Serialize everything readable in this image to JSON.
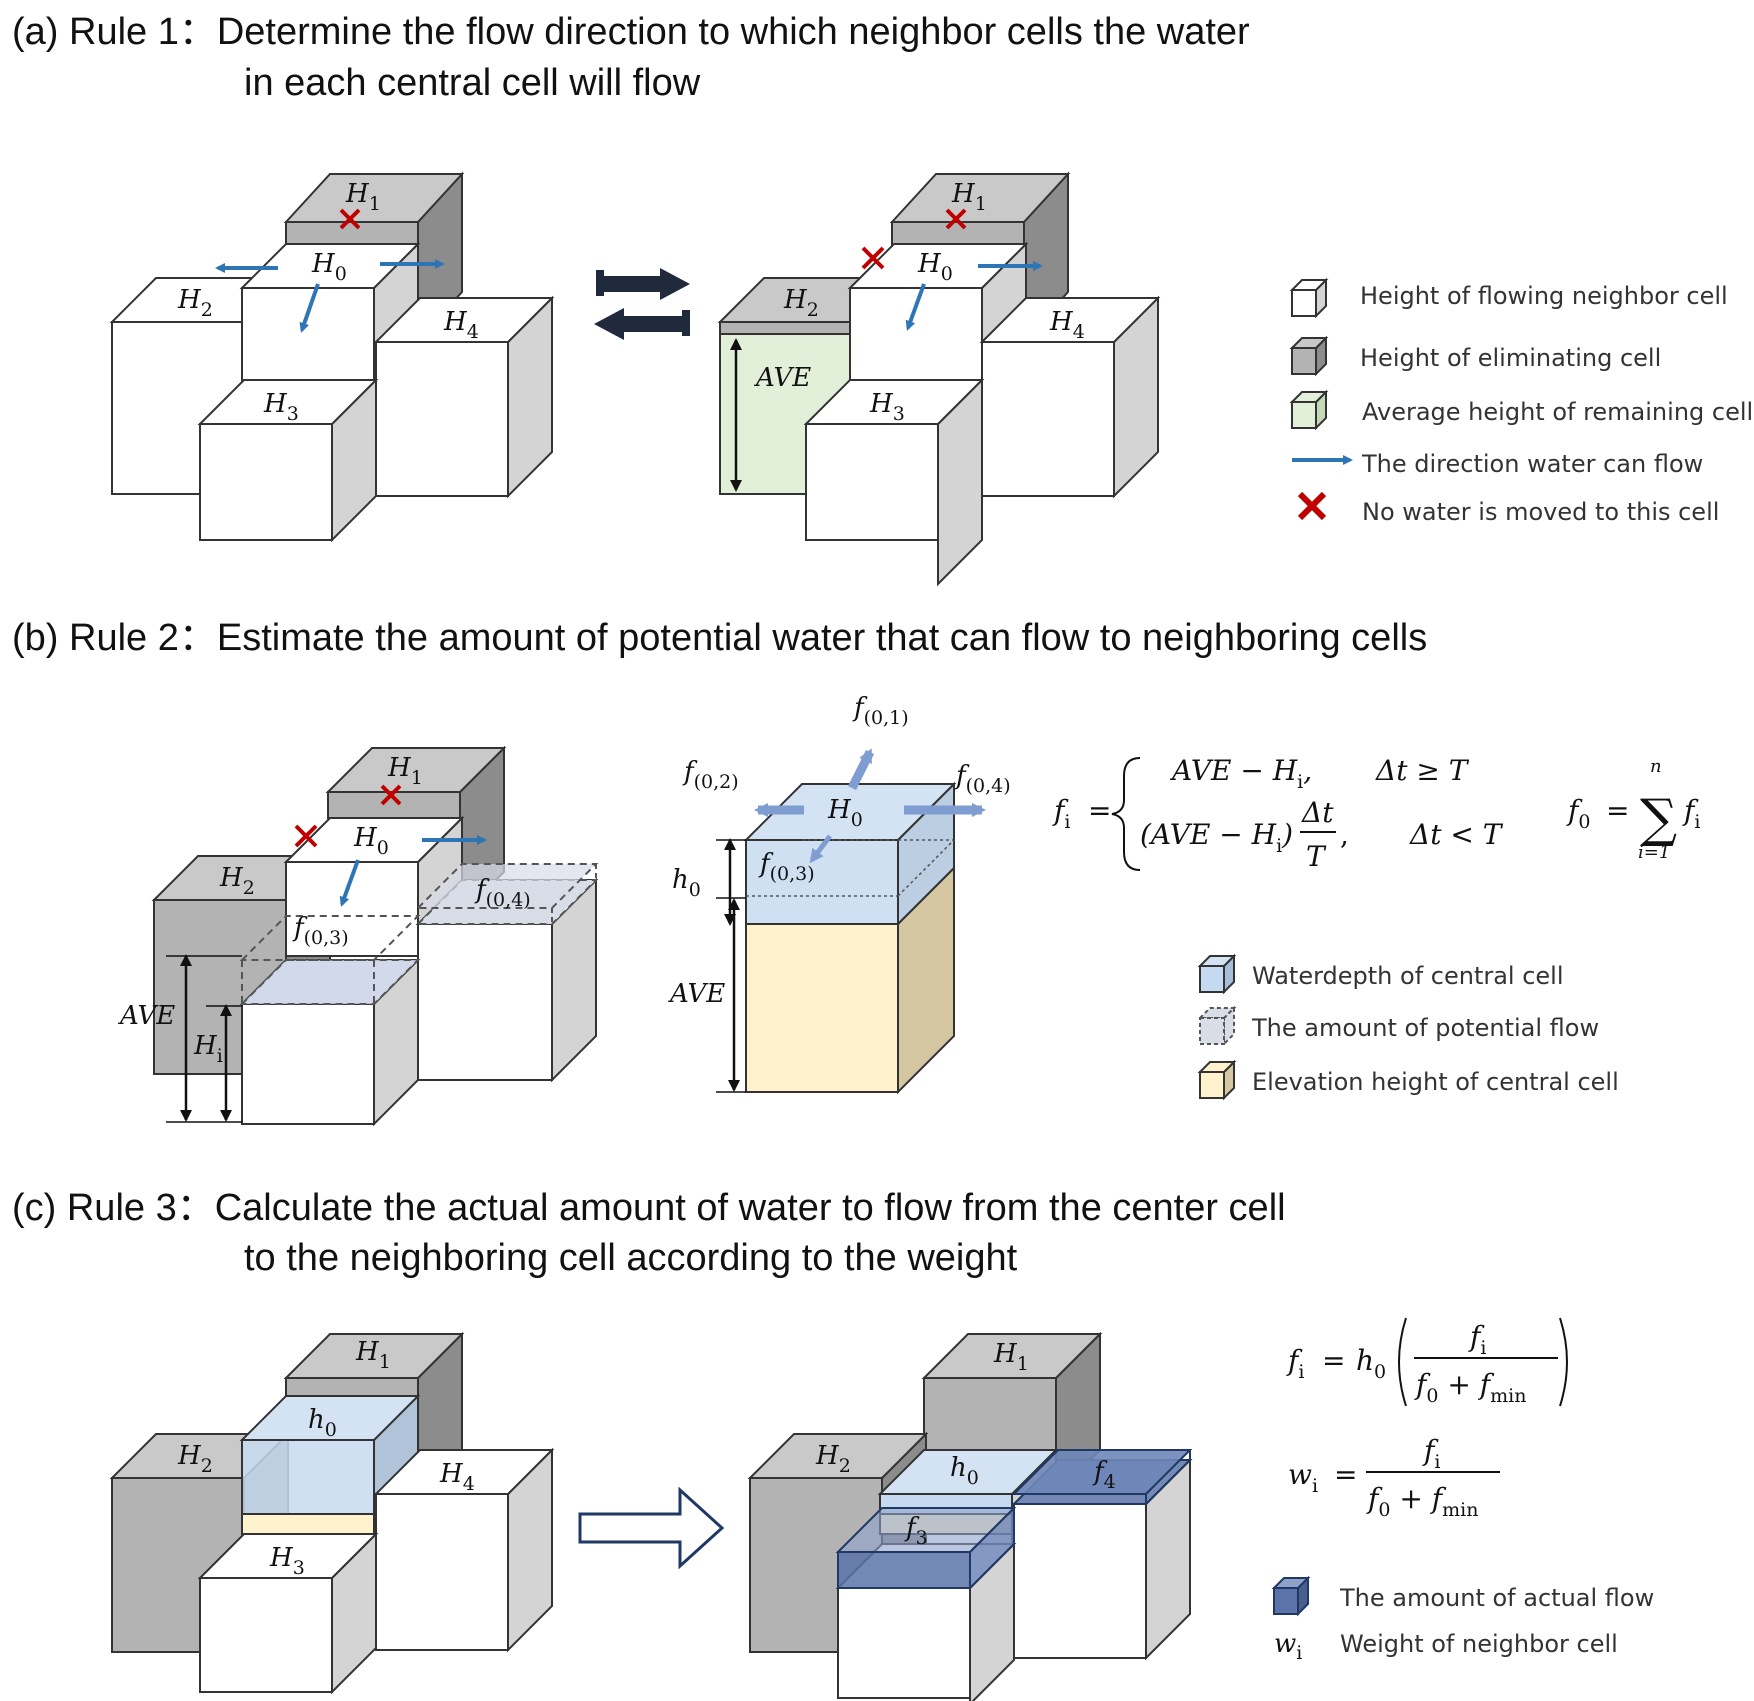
{
  "sections": {
    "a": {
      "title_line1": "(a) Rule 1：Determine the flow direction to which neighbor cells the water",
      "title_line2": "in each central cell will flow"
    },
    "b": {
      "title_line1": "(b) Rule 2：Estimate the amount of potential water that can flow to neighboring cells"
    },
    "c": {
      "title_line1": "(c) Rule 3：Calculate the actual amount of water to flow from the center cell",
      "title_line2": "to the neighboring cell according to the weight"
    }
  },
  "cell_labels": {
    "H": "H",
    "h": "h",
    "f": "f",
    "sub0": "0",
    "sub1": "1",
    "sub2": "2",
    "sub3": "3",
    "sub4": "4",
    "subi": "i",
    "AVE": "AVE",
    "f01": "(0,1)",
    "f02": "(0,2)",
    "f03": "(0,3)",
    "f04": "(0,4)"
  },
  "legend_a": [
    "Height of flowing neighbor cell",
    "Height of eliminating cell",
    "Average height of remaining cells",
    "The direction water can flow",
    "No water is moved to this cell"
  ],
  "legend_b": [
    "Waterdepth of central cell",
    "The amount of potential flow",
    "Elevation height of central cell"
  ],
  "legend_c": [
    "The amount of actual flow",
    "Weight of neighbor cell"
  ],
  "legend_c_symbol": "w",
  "equations": {
    "fi_case1": "AVE − H",
    "fi_case1_cond": "Δt ≥ T",
    "fi_case2": "(AVE − H",
    "fi_case2_cond": "Δt < T",
    "dt": "Δt",
    "T": "T",
    "sum_top": "n",
    "sum_bottom": "i=1",
    "min": "min"
  },
  "colors": {
    "flow_arrow": "#2e75b6",
    "no_flow_x": "#c00000",
    "average_fill": "#e2f0d9",
    "water_fill": "#c5daf0",
    "elevation_fill": "#fff2cc",
    "actual_flow_fill": "#5b73a8",
    "white_cell": "#ffffff",
    "grey_cell": "#b3b3b3"
  },
  "icons": [
    "flow-arrow-icon",
    "no-flow-x-icon",
    "swap-arrows-icon",
    "transition-arrow-icon"
  ]
}
